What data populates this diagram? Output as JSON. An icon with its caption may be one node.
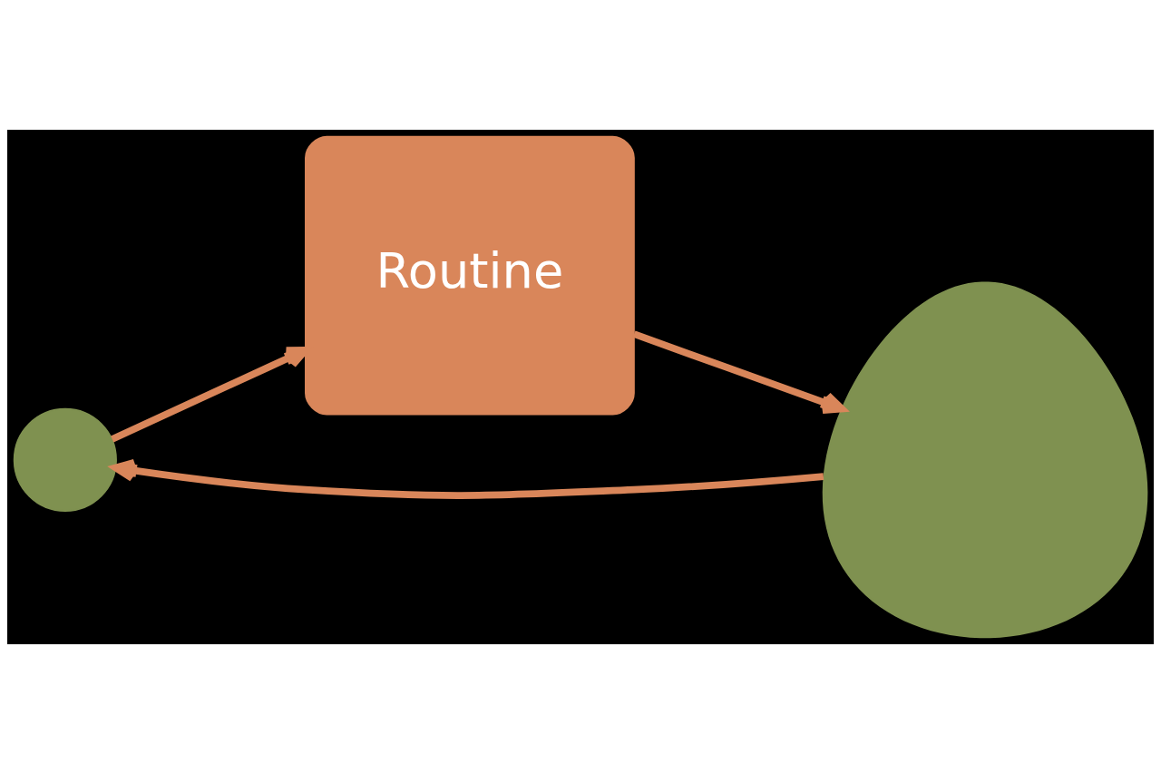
{
  "diagram": {
    "nodes": [
      {
        "text": [],
        "shape": "circle"
      },
      {
        "text": [
          "Routine"
        ]
      },
      {
        "text": [],
        "shape": "person"
      }
    ],
    "edges": [
      {
        "from": 0,
        "to": 1,
        "arrow": "to"
      },
      {
        "from": 1,
        "to": 2,
        "arrow": "to"
      },
      {
        "from": 2,
        "to": 0,
        "arrow": "to"
      }
    ]
  }
}
